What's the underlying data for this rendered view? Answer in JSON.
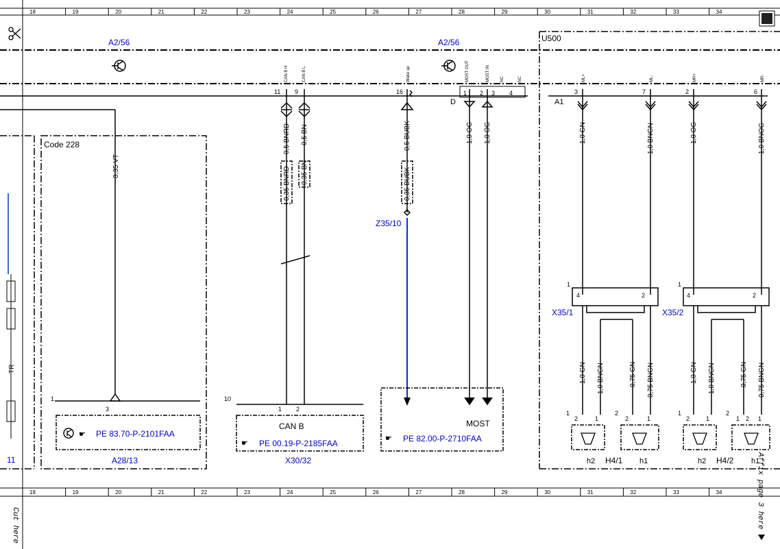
{
  "top_ruler": {
    "numbers": [
      "18",
      "19",
      "20",
      "21",
      "22",
      "23",
      "24",
      "25",
      "26",
      "27",
      "28",
      "29",
      "30",
      "31",
      "32",
      "33",
      "34"
    ]
  },
  "bottom_ruler": {
    "numbers": [
      "18",
      "19",
      "20",
      "21",
      "22",
      "23",
      "24",
      "25",
      "26",
      "27",
      "28",
      "29",
      "30",
      "31",
      "32",
      "33",
      "34"
    ]
  },
  "modules": {
    "left_ref": "A2/56",
    "right_ref": "A2/56",
    "u500": "U500"
  },
  "signals": {
    "can_b_h": "CAN B H",
    "can_b_l": "CAN B L",
    "wake_up": "Wake up",
    "most_out": "MOST OUT",
    "most_in": "MOST IN",
    "nc1": "NC",
    "nc2": "NC",
    "ml_plus": "ML+",
    "ml_minus": "ML-",
    "mr_plus": "MR+",
    "mr_minus": "MR-"
  },
  "pins": {
    "p11": "11",
    "p9": "9",
    "p16": "16",
    "p1": "1",
    "p2": "2",
    "p3": "3",
    "p4": "4",
    "a1_3": "3",
    "a1_7": "7",
    "a1_2": "2",
    "a1_6": "6",
    "conn_d": "D",
    "conn_a1": "A1"
  },
  "wires": {
    "w035vt": "0,35 VT",
    "w05bnrd": "0,5 BNRD",
    "w05bn": "0,5 BN",
    "w035bnrd": "0,35 BNRD",
    "w035bn": "0,35 BN",
    "w05bubk": "0,5 BUBK",
    "w035bubk": "0,35 BUBK",
    "w10og_a": "1,0 OG",
    "w10og_b": "1,0 OG",
    "w10gn": "1,0 GN",
    "w10bngn": "1,0 BNGN",
    "w10og_c": "1,0 OG",
    "w10bnog": "1,0 BNOG",
    "w10gn_2": "1,0 GN",
    "w10bngn_2": "1,0 BNGN",
    "w075gn": "0,75 GN",
    "w075bngn": "0,75 BNGN",
    "w10gn_3": "1,0 GN",
    "w10bngn_3": "1,0 BNGN",
    "w075gn_2": "0,75 GN",
    "w075bngn_2": "0,75 BNGN",
    "tr": "TR"
  },
  "components": {
    "code228": "Code 228",
    "z35_10": "Z35/10",
    "x35_1": "X35/1",
    "x35_2": "X35/2",
    "a28_13": "A28/13",
    "x30_32": "X30/32",
    "can_b": "CAN B",
    "most": "MOST",
    "h4_1": "H4/1",
    "h4_2": "H4/2",
    "h2a": "h2",
    "h1a": "h1",
    "h2b": "h2",
    "h1b": "h1",
    "left_11": "11",
    "pin_1": "1",
    "pin_3": "3",
    "pin_10": "10",
    "pin_1b": "1",
    "pin_2b": "2",
    "x_1": "1",
    "x_4": "4",
    "x_2": "2",
    "x2_1": "1",
    "x2_4": "4",
    "x2_2": "2",
    "sp1": "1",
    "sp2": "2",
    "sp_l2": "2",
    "sp_l1": "1",
    "sp3": "2",
    "sp4": "1",
    "sp5": "1",
    "sp6": "2",
    "sp7": "1",
    "sp8": "2",
    "sp9": "1",
    "sp10": "2",
    "sp11": "1"
  },
  "refs": {
    "pe83": "PE 83.70-P-2101FAA",
    "pe00": "PE 00.19-P-2185FAA",
    "pe82": "PE 82.00-P-2710FAA"
  },
  "margin": {
    "cut_here": "Cut here",
    "affix": "Affix page 3 here"
  }
}
